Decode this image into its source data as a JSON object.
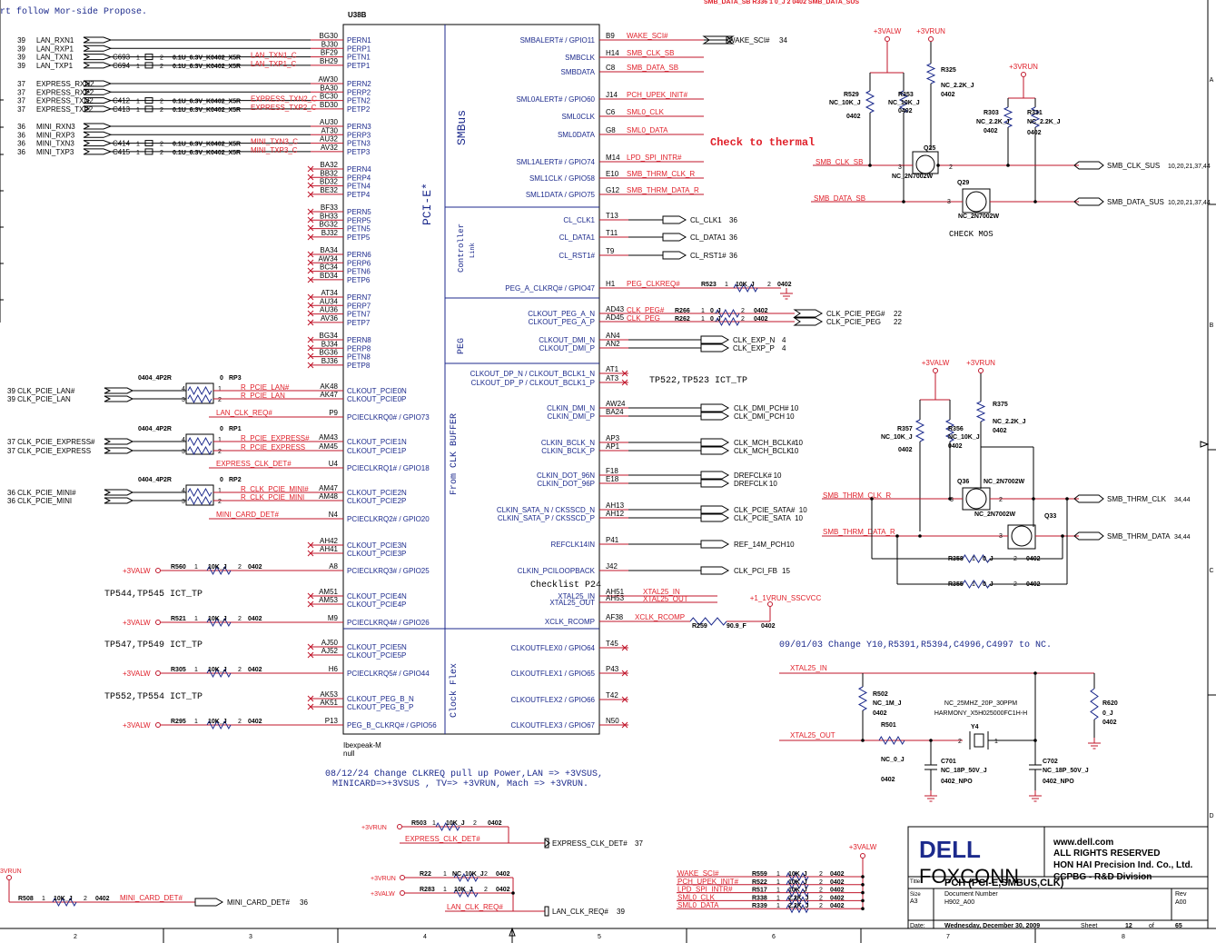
{
  "top_note": "rt follow Mor-side Propose.",
  "top_net_partial": "SMB_DATA_SB   R336  1   0_J     2  0402   SMB_DATA_SUS",
  "chip": {
    "ref": "U38B",
    "section_pcie": "PCI-E*",
    "section_smbus": "SMBus",
    "section_controller_link": "Controller Link",
    "section_peg": "PEG",
    "section_clk_buffer": "From CLK BUFFER",
    "section_clock_flex": "Clock Flex",
    "part_name": "Ibexpeak-M",
    "part_value": "null",
    "left_pins": [
      {
        "pin": "BG30",
        "name": "PERN1"
      },
      {
        "pin": "BJ30",
        "name": "PERP1"
      },
      {
        "pin": "BF29",
        "name": "PETN1"
      },
      {
        "pin": "BH29",
        "name": "PETP1"
      },
      {
        "pin": "AW30",
        "name": "PERN2"
      },
      {
        "pin": "BA30",
        "name": "PERP2"
      },
      {
        "pin": "BC30",
        "name": "PETN2"
      },
      {
        "pin": "BD30",
        "name": "PETP2"
      },
      {
        "pin": "AU30",
        "name": "PERN3"
      },
      {
        "pin": "AT30",
        "name": "PERP3"
      },
      {
        "pin": "AU32",
        "name": "PETN3"
      },
      {
        "pin": "AV32",
        "name": "PETP3"
      },
      {
        "pin": "BA32",
        "name": "PERN4"
      },
      {
        "pin": "BB32",
        "name": "PERP4"
      },
      {
        "pin": "BD32",
        "name": "PETN4"
      },
      {
        "pin": "BE32",
        "name": "PETP4"
      },
      {
        "pin": "BF33",
        "name": "PERN5"
      },
      {
        "pin": "BH33",
        "name": "PERP5"
      },
      {
        "pin": "BG32",
        "name": "PETN5"
      },
      {
        "pin": "BJ32",
        "name": "PETP5"
      },
      {
        "pin": "BA34",
        "name": "PERN6"
      },
      {
        "pin": "AW34",
        "name": "PERP6"
      },
      {
        "pin": "BC34",
        "name": "PETN6"
      },
      {
        "pin": "BD34",
        "name": "PETP6"
      },
      {
        "pin": "AT34",
        "name": "PERN7"
      },
      {
        "pin": "AU34",
        "name": "PERP7"
      },
      {
        "pin": "AU36",
        "name": "PETN7"
      },
      {
        "pin": "AV36",
        "name": "PETP7"
      },
      {
        "pin": "BG34",
        "name": "PERN8"
      },
      {
        "pin": "BJ34",
        "name": "PERP8"
      },
      {
        "pin": "BG36",
        "name": "PETN8"
      },
      {
        "pin": "BJ36",
        "name": "PETP8"
      },
      {
        "pin": "AK48",
        "name": "CLKOUT_PCIE0N"
      },
      {
        "pin": "AK47",
        "name": "CLKOUT_PCIE0P"
      },
      {
        "pin": "P9",
        "name": "PCIECLKRQ0# / GPIO73"
      },
      {
        "pin": "AM43",
        "name": "CLKOUT_PCIE1N"
      },
      {
        "pin": "AM45",
        "name": "CLKOUT_PCIE1P"
      },
      {
        "pin": "U4",
        "name": "PCIECLKRQ1# / GPIO18"
      },
      {
        "pin": "AM47",
        "name": "CLKOUT_PCIE2N"
      },
      {
        "pin": "AM48",
        "name": "CLKOUT_PCIE2P"
      },
      {
        "pin": "N4",
        "name": "PCIECLKRQ2# / GPIO20"
      },
      {
        "pin": "AH42",
        "name": "CLKOUT_PCIE3N"
      },
      {
        "pin": "AH41",
        "name": "CLKOUT_PCIE3P"
      },
      {
        "pin": "A8",
        "name": "PCIECLKRQ3# / GPIO25"
      },
      {
        "pin": "AM51",
        "name": "CLKOUT_PCIE4N"
      },
      {
        "pin": "AM53",
        "name": "CLKOUT_PCIE4P"
      },
      {
        "pin": "M9",
        "name": "PCIECLKRQ4# / GPIO26"
      },
      {
        "pin": "AJ50",
        "name": "CLKOUT_PCIE5N"
      },
      {
        "pin": "AJ52",
        "name": "CLKOUT_PCIE5P"
      },
      {
        "pin": "H6",
        "name": "PCIECLKRQ5# / GPIO44"
      },
      {
        "pin": "AK53",
        "name": "CLKOUT_PEG_B_N"
      },
      {
        "pin": "AK51",
        "name": "CLKOUT_PEG_B_P"
      },
      {
        "pin": "P13",
        "name": "PEG_B_CLKRQ# / GPIO56"
      }
    ],
    "right_pins": [
      {
        "pin": "B9",
        "name": "SMBALERT# / GPIO11"
      },
      {
        "pin": "H14",
        "name": "SMBCLK"
      },
      {
        "pin": "C8",
        "name": "SMBDATA"
      },
      {
        "pin": "J14",
        "name": "SML0ALERT# / GPIO60"
      },
      {
        "pin": "C6",
        "name": "SML0CLK"
      },
      {
        "pin": "G8",
        "name": "SML0DATA"
      },
      {
        "pin": "M14",
        "name": "SML1ALERT# / GPIO74"
      },
      {
        "pin": "E10",
        "name": "SML1CLK / GPIO58"
      },
      {
        "pin": "G12",
        "name": "SML1DATA / GPIO75"
      },
      {
        "pin": "T13",
        "name": "CL_CLK1"
      },
      {
        "pin": "T11",
        "name": "CL_DATA1"
      },
      {
        "pin": "T9",
        "name": "CL_RST1#"
      },
      {
        "pin": "H1",
        "name": "PEG_A_CLKRQ# / GPIO47"
      },
      {
        "pin": "AD43",
        "name": "CLKOUT_PEG_A_N"
      },
      {
        "pin": "AD45",
        "name": "CLKOUT_PEG_A_P"
      },
      {
        "pin": "AN4",
        "name": "CLKOUT_DMI_N"
      },
      {
        "pin": "AN2",
        "name": "CLKOUT_DMI_P"
      },
      {
        "pin": "AT1",
        "name": "CLKOUT_DP_N / CLKOUT_BCLK1_N"
      },
      {
        "pin": "AT3",
        "name": "CLKOUT_DP_P / CLKOUT_BCLK1_P"
      },
      {
        "pin": "AW24",
        "name": "CLKIN_DMI_N"
      },
      {
        "pin": "BA24",
        "name": "CLKIN_DMI_P"
      },
      {
        "pin": "AP3",
        "name": "CLKIN_BCLK_N"
      },
      {
        "pin": "AP1",
        "name": "CLKIN_BCLK_P"
      },
      {
        "pin": "F18",
        "name": "CLKIN_DOT_96N"
      },
      {
        "pin": "E18",
        "name": "CLKIN_DOT_96P"
      },
      {
        "pin": "AH13",
        "name": "CLKIN_SATA_N / CKSSCD_N"
      },
      {
        "pin": "AH12",
        "name": "CLKIN_SATA_P / CKSSCD_P"
      },
      {
        "pin": "P41",
        "name": "REFCLK14IN"
      },
      {
        "pin": "J42",
        "name": "CLKIN_PCILOOPBACK"
      },
      {
        "pin": "AH51",
        "name": "XTAL25_IN"
      },
      {
        "pin": "AH53",
        "name": "XTAL25_OUT"
      },
      {
        "pin": "AF38",
        "name": "XCLK_RCOMP"
      },
      {
        "pin": "T45",
        "name": "CLKOUTFLEX0 / GPIO64"
      },
      {
        "pin": "P43",
        "name": "CLKOUTFLEX1 / GPIO65"
      },
      {
        "pin": "T42",
        "name": "CLKOUTFLEX2 / GPIO66"
      },
      {
        "pin": "N50",
        "name": "CLKOUTFLEX3 / GPIO67"
      }
    ]
  },
  "left_ports": [
    {
      "num": "39",
      "name": "LAN_RXN1"
    },
    {
      "num": "39",
      "name": "LAN_RXP1"
    },
    {
      "num": "39",
      "name": "LAN_TXN1"
    },
    {
      "num": "39",
      "name": "LAN_TXP1"
    },
    {
      "num": "37",
      "name": "EXPRESS_RXN2"
    },
    {
      "num": "37",
      "name": "EXPRESS_RXP2"
    },
    {
      "num": "37",
      "name": "EXPRESS_TXN2"
    },
    {
      "num": "37",
      "name": "EXPRESS_TXP2"
    },
    {
      "num": "36",
      "name": "MINI_RXN3"
    },
    {
      "num": "36",
      "name": "MINI_RXP3"
    },
    {
      "num": "36",
      "name": "MINI_TXN3"
    },
    {
      "num": "36",
      "name": "MINI_TXP3"
    }
  ],
  "caps": [
    {
      "ref": "C693",
      "val": "0.1U_6.3V_K0402_X5R",
      "net": "LAN_TXN1_C"
    },
    {
      "ref": "C694",
      "val": "0.1U_6.3V_K0402_X5R",
      "net": "LAN_TXP1_C"
    },
    {
      "ref": "C412",
      "val": "0.1U_6.3V_K0402_X5R",
      "net": "EXPRESS_TXN2_C"
    },
    {
      "ref": "C413",
      "val": "0.1U_6.3V_K0402_X5R",
      "net": "EXPRESS_TXP2_C"
    },
    {
      "ref": "C414",
      "val": "0.1U_6.3V_K0402_X5R",
      "net": "MINI_TXN3_C"
    },
    {
      "ref": "C415",
      "val": "0.1U_6.3V_K0402_X5R",
      "net": "MINI_TXP3_C"
    }
  ],
  "rps": [
    {
      "pkg": "0404_4P2R",
      "ref": "RP3",
      "val": "0",
      "in_a": "39  CLK_PCIE_LAN#",
      "in_b": "39  CLK_PCIE_LAN",
      "out_a": "R_PCIE_LAN#",
      "out_b": "R_PCIE_LAN",
      "det": "LAN_CLK_REQ#"
    },
    {
      "pkg": "0404_4P2R",
      "ref": "RP1",
      "val": "0",
      "in_a": "37  CLK_PCIE_EXPRESS#",
      "in_b": "37  CLK_PCIE_EXPRESS",
      "out_a": "R_PCIE_EXPRESS#",
      "out_b": "R_PCIE_EXPRESS",
      "det": "EXPRESS_CLK_DET#"
    },
    {
      "pkg": "0404_4P2R",
      "ref": "RP2",
      "val": "0",
      "in_a": "36  CLK_PCIE_MINI#",
      "in_b": "36  CLK_PCIE_MINI",
      "out_a": "R_CLK_PCIE_MINI#",
      "out_b": "R_CLK_PCIE_MINI",
      "det": "MINI_CARD_DET#"
    }
  ],
  "pullups": [
    {
      "power": "+3VALW",
      "ref": "R560",
      "val": "10K_J",
      "pkg": "0402"
    },
    {
      "power": "+3VALW",
      "ref": "R521",
      "val": "10K_J",
      "pkg": "0402"
    },
    {
      "power": "+3VALW",
      "ref": "R305",
      "val": "10K_J",
      "pkg": "0402"
    },
    {
      "power": "+3VALW",
      "ref": "R295",
      "val": "10K_J",
      "pkg": "0402"
    }
  ],
  "tp_notes": [
    "TP544,TP545 ICT_TP",
    "TP547,TP549 ICT_TP",
    "TP552,TP554 ICT_TP"
  ],
  "smb_nets": [
    "WAKE_SCI#",
    "SMB_CLK_SB",
    "SMB_DATA_SB",
    "PCH_UPEK_INIT#",
    "SML0_CLK",
    "SML0_DATA",
    "LPD_SPI_INTR#",
    "SMB_THRM_CLK_R",
    "SMB_THRM_DATA_R"
  ],
  "wake_port": {
    "name": "WAKE_SCI#",
    "num": "34"
  },
  "check_thermal": "Check to thermal",
  "cl_ports": [
    {
      "name": "CL_CLK1",
      "num": "36"
    },
    {
      "name": "CL_DATA1",
      "num": "36"
    },
    {
      "name": "CL_RST1#",
      "num": "36"
    }
  ],
  "peg_clkreq": {
    "net": "PEG_CLKREQ#",
    "ref": "R523",
    "val": "10K_J",
    "pkg": "0402"
  },
  "peg_out": [
    {
      "net": "CLK_PEG#",
      "ref": "R266",
      "val": "0_J",
      "pkg": "0402",
      "port": "CLK_PCIE_PEG#",
      "num": "22"
    },
    {
      "net": "CLK_PEG",
      "ref": "R262",
      "val": "0_J",
      "pkg": "0402",
      "port": "CLK_PCIE_PEG",
      "num": "22"
    }
  ],
  "dmi_out": [
    {
      "name": "CLK_EXP_N",
      "num": "4"
    },
    {
      "name": "CLK_EXP_P",
      "num": "4"
    }
  ],
  "tp522": "TP522,TP523 ICT_TP",
  "clkin_ports": [
    {
      "name": "CLK_DMI_PCH#",
      "num": "10"
    },
    {
      "name": "CLK_DMI_PCH",
      "num": "10"
    },
    {
      "name": "CLK_MCH_BCLK#",
      "num": "10"
    },
    {
      "name": "CLK_MCH_BCLK",
      "num": "10"
    },
    {
      "name": "DREFCLK#",
      "num": "10"
    },
    {
      "name": "DREFCLK",
      "num": "10"
    },
    {
      "name": "CLK_PCIE_SATA#",
      "num": "10"
    },
    {
      "name": "CLK_PCIE_SATA",
      "num": "10"
    },
    {
      "name": "REF_14M_PCH",
      "num": "10"
    },
    {
      "name": "CLK_PCI_FB",
      "num": "15"
    }
  ],
  "checklist": "Checklist P24",
  "xtal_nets": {
    "in": "XTAL25_IN",
    "out": "XTAL25_OUT",
    "rcomp": "XCLK_RCOMP"
  },
  "vcc_ssc": "+1_1VRUN_SSCVCC",
  "r259": {
    "ref": "R259",
    "val": "90.9_F",
    "pkg": "0402"
  },
  "mos_top": {
    "pw1": "+3VALW",
    "pw2": "+3VRUN",
    "pw3": "+3VRUN",
    "r325": {
      "ref": "R325",
      "val": "NC_2.2K_J",
      "pkg": "0402"
    },
    "r529": {
      "ref": "R529",
      "val": "NC_10K_J",
      "pkg": "0402"
    },
    "r353": {
      "ref": "R353",
      "val": "NC_10K_J",
      "pkg": "0402"
    },
    "r303": {
      "ref": "R303",
      "val": "NC_2.2K_J",
      "pkg": "0402"
    },
    "r331": {
      "ref": "R331",
      "val": "NC_2.2K_J",
      "pkg": "0402"
    },
    "q25": "Q25",
    "q25v": "NC_2N7002W",
    "q29": "Q29",
    "q29v": "NC_2N7002W",
    "out_clk": "SMB_CLK_SUS",
    "out_clk_ref": "10,20,21,37,44",
    "out_data": "SMB_DATA_SUS",
    "out_data_ref": "10,20,21,37,44",
    "check_mos": "CHECK MOS"
  },
  "mos_bot": {
    "pw1": "+3VALW",
    "pw2": "+3VRUN",
    "r375": {
      "ref": "R375",
      "val": "NC_2.2K_J",
      "pkg": "0402"
    },
    "r357": {
      "ref": "R357",
      "val": "NC_10K_J",
      "pkg": "0402"
    },
    "r356": {
      "ref": "R356",
      "val": "NC_10K_J",
      "pkg": "0402"
    },
    "q36": "Q36",
    "q36v": "NC_2N7002W",
    "q33": "Q33",
    "q33v": "NC_2N7002W",
    "out_clk": "SMB_THRM_CLK",
    "out_clk_ref": "34,44",
    "out_data": "SMB_THRM_DATA",
    "out_data_ref": "34,44",
    "r358": {
      "ref": "R358",
      "val": "0_J",
      "pkg": "0402"
    },
    "r355": {
      "ref": "R355",
      "val": "0_J",
      "pkg": "0402"
    }
  },
  "change_note_1": "09/01/03 Change Y10,R5391,R5394,C4996,C4997 to NC.",
  "change_note_2a": "08/12/24  Change CLKREQ pull up Power,LAN => +3VSUS,",
  "change_note_2b": "MINICARD=>+3VSUS , TV=> +3VRUN, Mach => +3VRUN.",
  "crystal": {
    "r502": {
      "ref": "R502",
      "val": "NC_1M_J",
      "pkg": "0402"
    },
    "r501": {
      "ref": "R501",
      "val": "NC_0_J",
      "pkg": "0402"
    },
    "r620": {
      "ref": "R620",
      "val": "0_J",
      "pkg": "0402"
    },
    "y4": "Y4",
    "y4v": "NC_25MHZ_20P_30PPM",
    "y4p": "HARMONY_X5H025000FC1H-H",
    "c701": {
      "ref": "C701",
      "val": "NC_18P_50V_J",
      "pkg": "0402_NPO"
    },
    "c702": {
      "ref": "C702",
      "val": "NC_18P_50V_J",
      "pkg": "0402_NPO"
    }
  },
  "bottom_left": {
    "r503": {
      "power": "+3VRUN",
      "ref": "R503",
      "val": "10K_J",
      "pkg": "0402",
      "net": "EXPRESS_CLK_DET#",
      "port": "EXPRESS_CLK_DET#",
      "num": "37"
    },
    "r508": {
      "power": "+3VRUN",
      "ref": "R508",
      "val": "10K_J",
      "pkg": "0402",
      "net": "MINI_CARD_DET#",
      "port": "MINI_CARD_DET#",
      "num": "36"
    },
    "r22": {
      "power": "+3VRUN",
      "ref": "R22",
      "val": "NC_10K_J",
      "pkg": "0402"
    },
    "r283": {
      "power": "+3VALW",
      "ref": "R283",
      "val": "10K_J",
      "pkg": "0402",
      "net": "LAN_CLK_REQ#",
      "port": "LAN_CLK_REQ#",
      "num": "39"
    }
  },
  "pull_group": {
    "power": "+3VALW",
    "rows": [
      {
        "net": "WAKE_SCI#",
        "ref": "R559",
        "val": "10K_J",
        "pkg": "0402"
      },
      {
        "net": "PCH_UPEK_INIT#",
        "ref": "R522",
        "val": "10K_J",
        "pkg": "0402"
      },
      {
        "net": "LPD_SPI_INTR#",
        "ref": "R517",
        "val": "10K_J",
        "pkg": "0402"
      },
      {
        "net": "SML0_CLK",
        "ref": "R338",
        "val": "2.2K_J",
        "pkg": "0402"
      },
      {
        "net": "SML0_DATA",
        "ref": "R339",
        "val": "2.2K_J",
        "pkg": "0402"
      }
    ]
  },
  "titleblock": {
    "logo": "DELL",
    "company": "FOXCONN",
    "line1": "www.dell.com",
    "line2": "ALL RIGHTS RESERVED",
    "line3": "HON HAI Precision Ind. Co., Ltd.",
    "line4": "CCPBG - R&D Division",
    "title_label": "Title",
    "title": "PCH (PCI-E,SMBUS,CLK)",
    "size_label": "Size",
    "size": "A3",
    "doc_label": "Document Number",
    "doc": "H902_A00",
    "rev_label": "Rev",
    "rev": "A00",
    "date_label": "Date:",
    "date": "Wednesday, December 30, 2009",
    "sheet_label": "Sheet",
    "sheet": "12",
    "of_label": "of",
    "total": "65"
  },
  "grid": {
    "cols": [
      "2",
      "3",
      "4",
      "5",
      "6",
      "7",
      "8"
    ],
    "rows": [
      "A",
      "B",
      "C",
      "D"
    ]
  },
  "left_edge_label": "3VRUN"
}
